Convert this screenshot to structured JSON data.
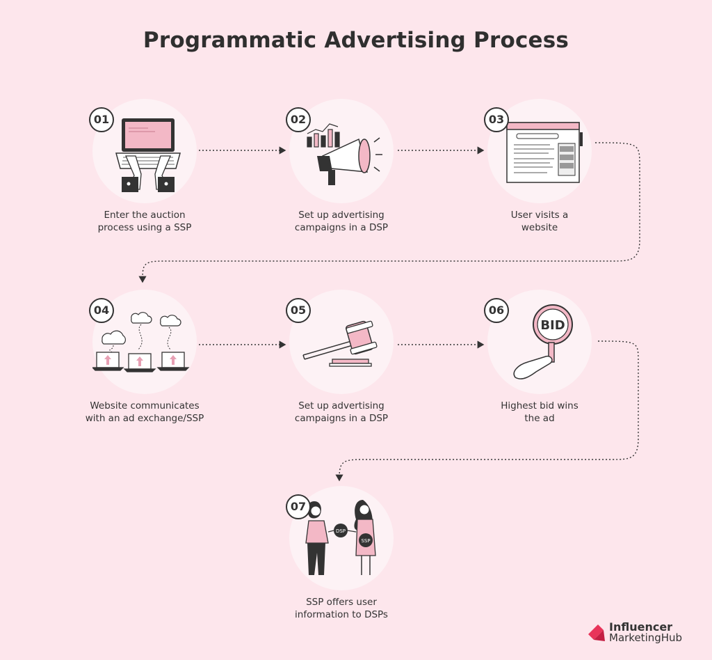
{
  "title": "Programmatic Advertising Process",
  "steps": [
    {
      "number": "01",
      "line1": "Enter the auction",
      "line2": "process using a SSP"
    },
    {
      "number": "02",
      "line1": "Set up advertising",
      "line2": "campaigns in a DSP"
    },
    {
      "number": "03",
      "line1": "User visits a",
      "line2": "website"
    },
    {
      "number": "04",
      "line1": "Website communicates",
      "line2": "with an ad exchange/SSP"
    },
    {
      "number": "05",
      "line1": "Set up advertising",
      "line2": "campaigns in a DSP"
    },
    {
      "number": "06",
      "line1": "Highest bid wins",
      "line2": "the ad"
    },
    {
      "number": "07",
      "line1": "SSP offers user",
      "line2": "information to DSPs"
    }
  ],
  "illus_text": {
    "bid": "BID",
    "dsp": "DSP",
    "ssp": "SSP"
  },
  "logo": {
    "line1": "Influencer",
    "line2": "MarketingHub"
  },
  "colors": {
    "background": "#fde6ec",
    "circle": "#fdf2f5",
    "accent": "#e7a0b4",
    "accent_dark": "#d4788f",
    "ink": "#333333",
    "logo_red": "#e8345a"
  }
}
